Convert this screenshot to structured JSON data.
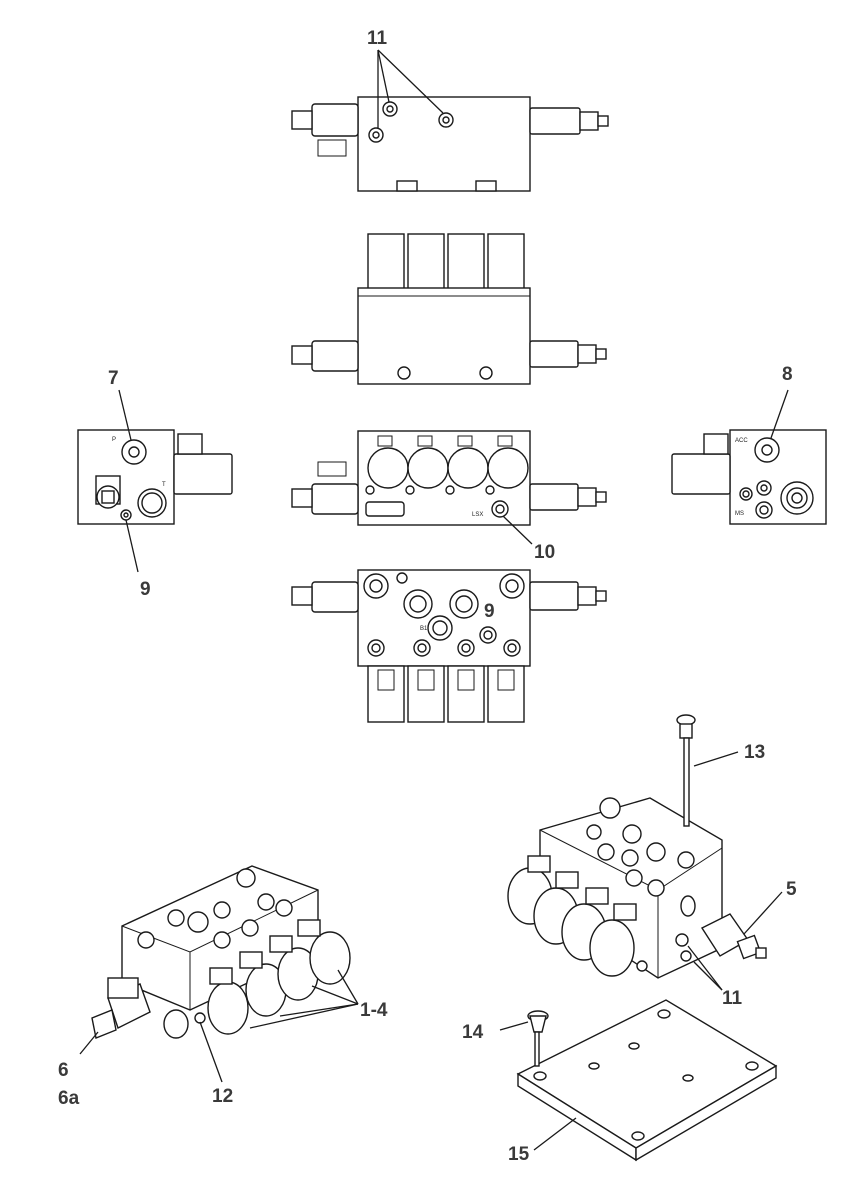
{
  "callouts": {
    "c11_top": "11",
    "c7": "7",
    "c8": "8",
    "c9_left": "9",
    "c9_mid": "9",
    "c10": "10",
    "c13": "13",
    "c5": "5",
    "c11_bottom": "11",
    "c1_4": "1-4",
    "c14": "14",
    "c6": "6",
    "c6a": "6a",
    "c12": "12",
    "c15": "15"
  },
  "port_labels": {
    "p": "P",
    "t": "T",
    "acc": "ACC",
    "ms": "MS",
    "lsx": "LSX",
    "b1": "B1"
  },
  "colors": {
    "line": "#1a1a1a",
    "callout_text": "#3a3a3a",
    "background": "#ffffff"
  }
}
